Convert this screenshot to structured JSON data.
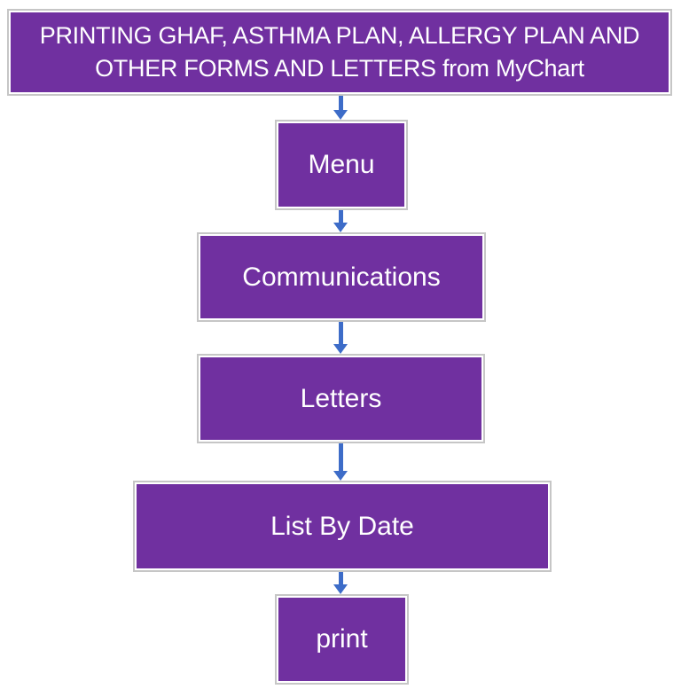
{
  "diagram": {
    "title": {
      "line1": "PRINTING GHAF, ASTHMA PLAN, ALLERGY PLAN AND",
      "line2": "OTHER FORMS AND LETTERS from MyChart"
    },
    "steps": [
      {
        "label": "Menu"
      },
      {
        "label": "Communications"
      },
      {
        "label": "Letters"
      },
      {
        "label": "List By Date"
      },
      {
        "label": "print"
      }
    ],
    "colors": {
      "box_fill": "#7030A0",
      "box_border": "#C6C6C6",
      "box_inner_highlight": "#FFFFFF",
      "arrow": "#3D6CC8",
      "label_text": "#FFFFFF"
    }
  }
}
